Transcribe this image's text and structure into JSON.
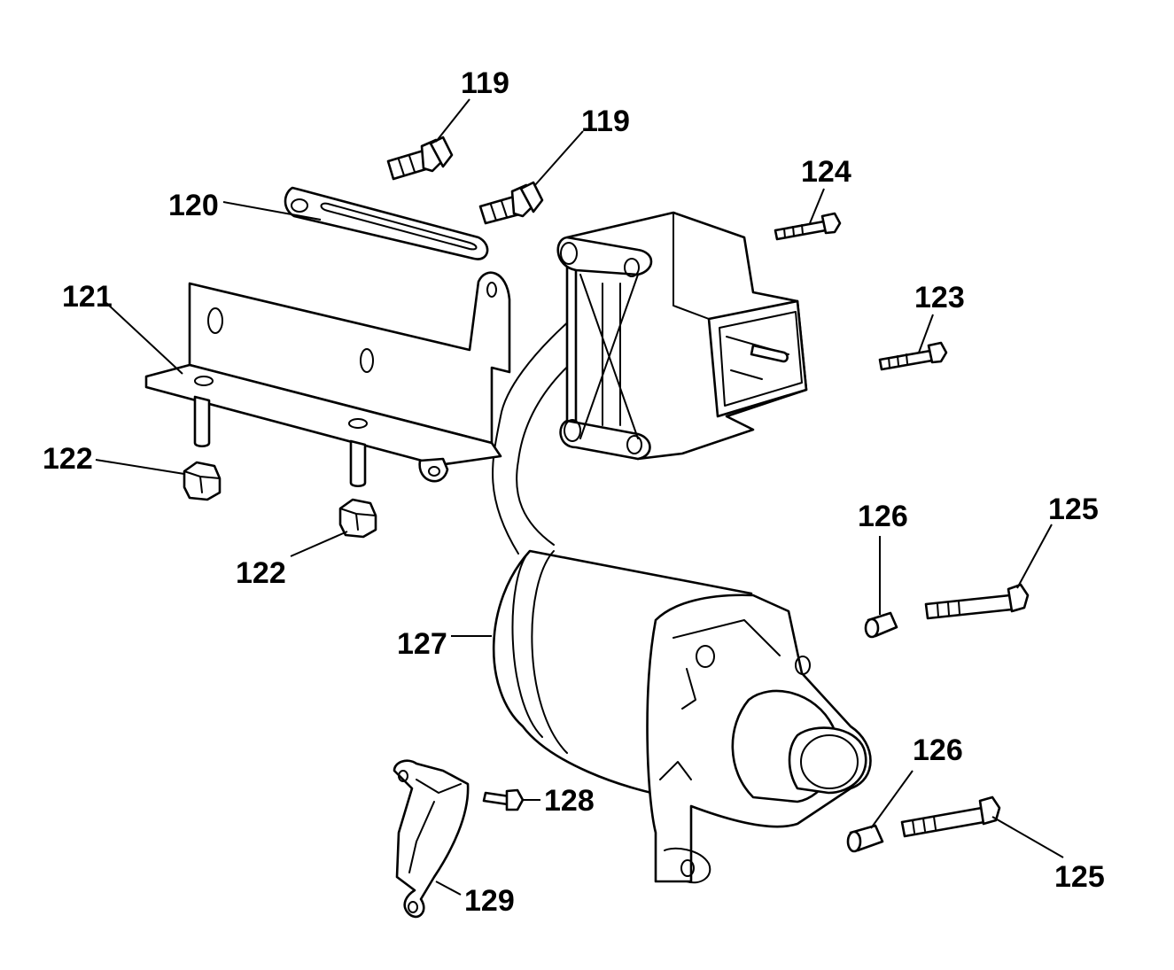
{
  "callouts": {
    "c119a": "119",
    "c119b": "119",
    "c120": "120",
    "c121": "121",
    "c122a": "122",
    "c122b": "122",
    "c123": "123",
    "c124": "124",
    "c125a": "125",
    "c125b": "125",
    "c126a": "126",
    "c126b": "126",
    "c127": "127",
    "c128": "128",
    "c129": "129"
  },
  "colors": {
    "line": "#000000",
    "background": "#ffffff"
  }
}
